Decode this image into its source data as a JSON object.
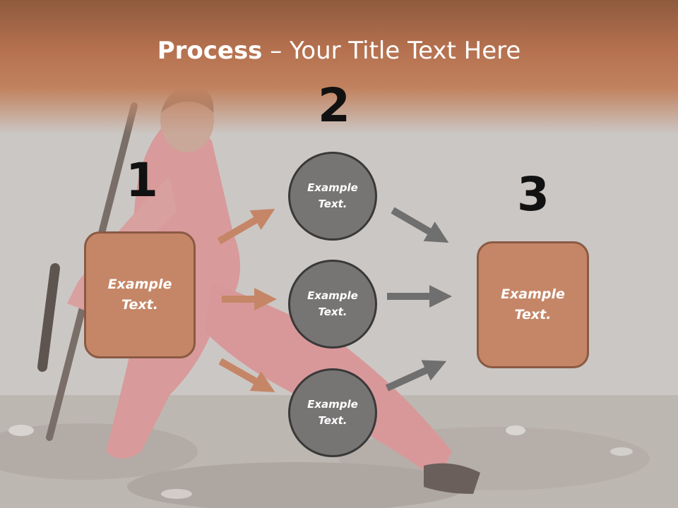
{
  "title": {
    "bold": "Process",
    "rest": " – Your Title Text Here"
  },
  "steps": [
    {
      "number": "1",
      "text": "Example\nText."
    },
    {
      "number": "2",
      "circles": [
        "Example\nText.",
        "Example\nText.",
        "Example\nText."
      ]
    },
    {
      "number": "3",
      "text": "Example\nText."
    }
  ],
  "colors": {
    "title_band": "#b5714f",
    "box_fill": "#c58667",
    "box_border": "#8a5a43",
    "circle_fill": "#777574",
    "circle_border": "#3a3939",
    "arrow_left": "#c58667",
    "arrow_right": "#6f6f6f"
  }
}
